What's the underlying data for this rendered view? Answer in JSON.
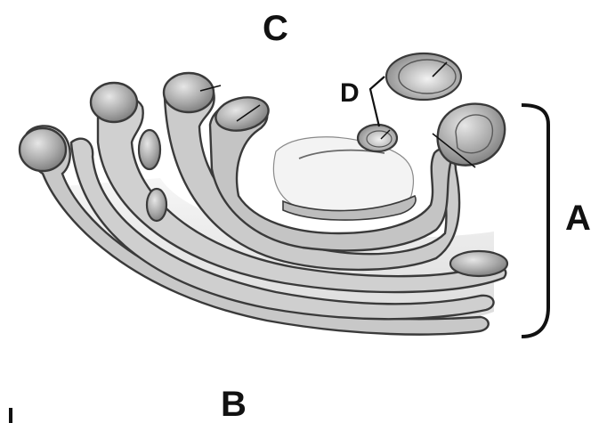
{
  "labels": {
    "c": "C",
    "d": "D",
    "a": "A",
    "b": "B"
  },
  "colors": {
    "membrane": "#3a3a3a",
    "lumen": "#a9a9a9",
    "lumen_light": "#dcdcdc",
    "ink": "#111111"
  }
}
